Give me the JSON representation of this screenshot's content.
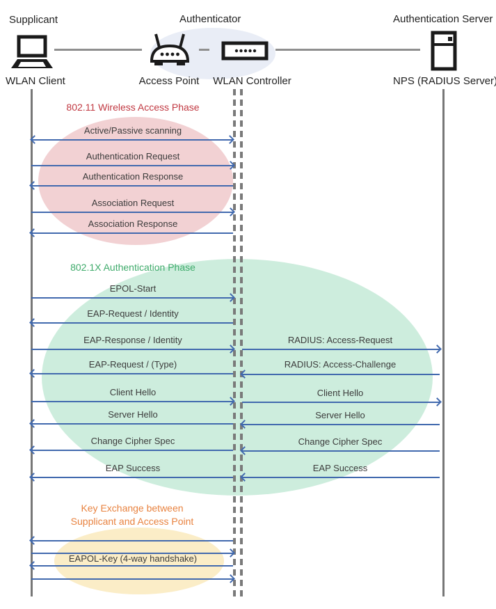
{
  "header": {
    "actors": [
      {
        "role": "Supplicant",
        "device": "WLAN Client",
        "icon": "laptop-icon"
      },
      {
        "role": "Authenticator",
        "device_left": "Access Point",
        "device_left_icon": "access-point-icon",
        "device_right": "WLAN Controller",
        "device_right_icon": "wlan-controller-icon"
      },
      {
        "role": "Authentication Server",
        "device": "NPS (RADIUS Server)",
        "icon": "server-icon"
      }
    ]
  },
  "phases": [
    {
      "title": "802.11 Wireless Access Phase",
      "title_color": "#c13942",
      "ellipse_color": "#f2d1d3",
      "messages": [
        {
          "label": "Active/Passive scanning",
          "direction": "both"
        },
        {
          "label": "Authentication Request",
          "direction": "right"
        },
        {
          "label": "Authentication Response",
          "direction": "left"
        },
        {
          "label": "Association Request",
          "direction": "right"
        },
        {
          "label": "Association Response",
          "direction": "left"
        }
      ]
    },
    {
      "title": "802.1X Authentication Phase",
      "title_color": "#3fab6b",
      "ellipse_color": "#cdeddd",
      "left_messages": [
        {
          "label": "EPOL-Start",
          "direction": "right"
        },
        {
          "label": "EAP-Request / Identity",
          "direction": "left"
        },
        {
          "label": "EAP-Response / Identity",
          "direction": "right"
        },
        {
          "label": "EAP-Request / (Type)",
          "direction": "left"
        },
        {
          "label": "Client Hello",
          "direction": "right"
        },
        {
          "label": "Server Hello",
          "direction": "left"
        },
        {
          "label": "Change Cipher Spec",
          "direction": "left"
        },
        {
          "label": "EAP Success",
          "direction": "left"
        }
      ],
      "right_messages": [
        {
          "label": "RADIUS: Access-Request",
          "direction": "right"
        },
        {
          "label": "RADIUS: Access-Challenge",
          "direction": "left"
        },
        {
          "label": "Client Hello",
          "direction": "right"
        },
        {
          "label": "Server Hello",
          "direction": "left"
        },
        {
          "label": "Change Cipher Spec",
          "direction": "left"
        },
        {
          "label": "EAP Success",
          "direction": "left"
        }
      ]
    },
    {
      "title_line1": "Key Exchange between",
      "title_line2": "Supplicant and Access Point",
      "title_color": "#e8823f",
      "ellipse_color": "#fbedc7",
      "messages": [
        {
          "label": "",
          "direction": "left"
        },
        {
          "label": "",
          "direction": "right"
        },
        {
          "label": "EAPOL-Key (4-way handshake)",
          "direction": "left"
        },
        {
          "label": "",
          "direction": "right"
        }
      ]
    }
  ],
  "colors": {
    "arrow": "#4169ae",
    "lifeline": "#777777",
    "authenticator_background": "#e9edf6"
  }
}
